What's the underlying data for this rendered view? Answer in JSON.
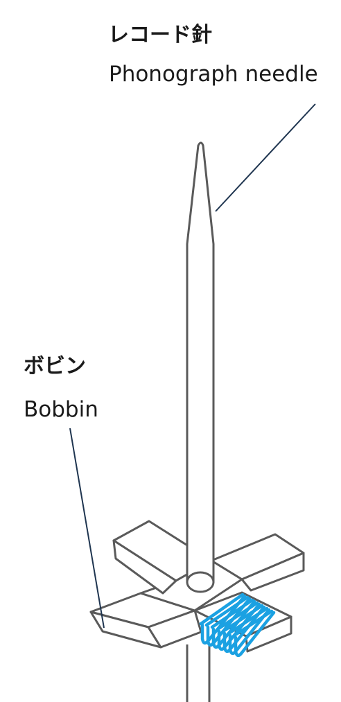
{
  "labels": {
    "needle": {
      "ja": "レコード針",
      "en": "Phonograph needle"
    },
    "bobbin": {
      "ja": "ボビン",
      "en": "Bobbin"
    }
  },
  "colors": {
    "outline": "#5a5a5a",
    "leader_line": "#1f3550",
    "coil": "#1ba1e2",
    "text": "#1a1a1a"
  }
}
